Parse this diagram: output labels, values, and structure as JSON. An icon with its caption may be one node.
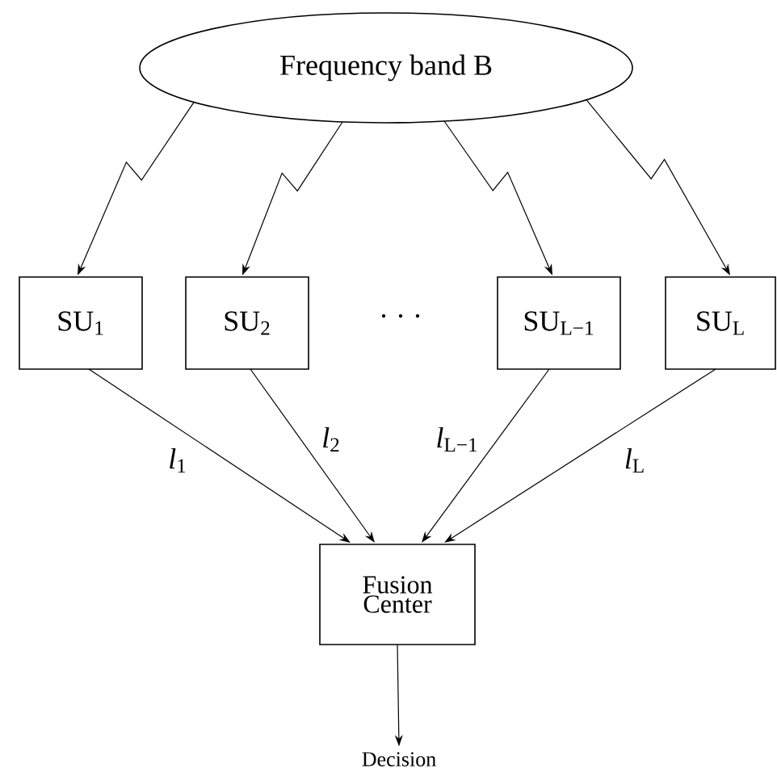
{
  "diagram": {
    "nodes": [
      {
        "text": [
          "Frequency band B"
        ]
      },
      {
        "text": [
          "SU$_{1}$"
        ]
      },
      {
        "text": [
          "SU$_{2}$"
        ]
      },
      {
        "text": [
          "SU$_{L−1}$"
        ]
      },
      {
        "text": [
          "SU$_{L}$"
        ]
      },
      {
        "text": [
          "Fusion Center"
        ]
      },
      {
        "text": [
          "Decision"
        ]
      }
    ],
    "edges": [
      {
        "from": 0,
        "to": 1,
        "arrow": "to"
      },
      {
        "from": 0,
        "to": 2,
        "arrow": "to"
      },
      {
        "from": 0,
        "to": 3,
        "arrow": "to"
      },
      {
        "from": 0,
        "to": 4,
        "arrow": "to"
      },
      {
        "from": 1,
        "to": 5,
        "arrow": "to",
        "label": "*l*$_{1}$"
      },
      {
        "from": 2,
        "to": 5,
        "arrow": "to",
        "label": "*l*$_{2}$"
      },
      {
        "from": 3,
        "to": 5,
        "arrow": "to",
        "label": "*l*$_{L−1}$"
      },
      {
        "from": 4,
        "to": 5,
        "arrow": "to",
        "label": "*l*$_{L}$"
      },
      {
        "from": 5,
        "to": 6,
        "arrow": "to"
      }
    ],
    "labels": [
      "· · ·"
    ]
  }
}
